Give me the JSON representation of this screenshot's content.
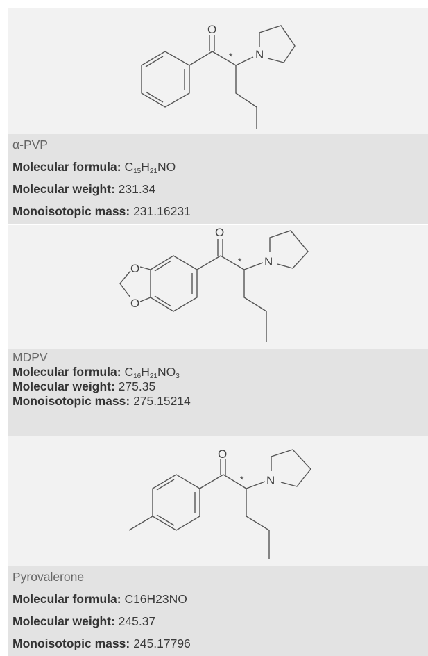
{
  "compounds": [
    {
      "name": "α-PVP",
      "formula_label": "Molecular formula:",
      "formula_parts": {
        "C": "C",
        "c_sub": "15",
        "H": "H",
        "h_sub": "21",
        "rest": "NO",
        "rest_sub": ""
      },
      "weight_label": "Molecular weight:",
      "weight": "231.34",
      "mass_label": "Monoisotopic mass:",
      "mass": "231.16231"
    },
    {
      "name": "MDPV",
      "formula_label": "Molecular formula:",
      "formula_parts": {
        "C": "C",
        "c_sub": "16",
        "H": "H",
        "h_sub": "21",
        "rest": "NO",
        "rest_sub": "3"
      },
      "weight_label": "Molecular weight:",
      "weight": "275.35",
      "mass_label": "Monoisotopic mass:",
      "mass": "275.15214"
    },
    {
      "name": "Pyrovalerone",
      "formula_label": "Molecular formula:",
      "formula_text": "C16H23NO",
      "weight_label": "Molecular weight:",
      "weight": "245.37",
      "mass_label": "Monoisotopic mass:",
      "mass": "245.17796"
    }
  ],
  "atom_labels": {
    "oxygen": "O",
    "nitrogen": "N",
    "stereocenter": "*"
  }
}
